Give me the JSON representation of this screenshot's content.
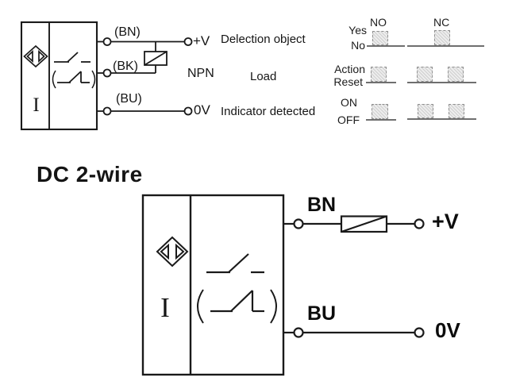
{
  "colors": {
    "line": "#1a1a1a",
    "pulse_fill": "#ededed",
    "pulse_border": "#8f8f8f",
    "baseline": "#6f6f6f"
  },
  "dc3": {
    "label_bn": "(BN)",
    "label_bk": "(BK)",
    "label_bu": "(BU)",
    "terminal_plus": "+V",
    "terminal_zero": "0V",
    "output_type": "NPN",
    "load_label": "Load",
    "detection_label": "Delection object",
    "indicator_label": "Indicator detected",
    "core_label": "I"
  },
  "timing": {
    "columns": [
      "NO",
      "NC"
    ],
    "rows": [
      {
        "id": "detection-object",
        "high_label": "Yes",
        "low_label": "No",
        "no_pulses": 1,
        "nc_pulses": 1
      },
      {
        "id": "load",
        "high_label": "Action",
        "low_label": "Reset",
        "no_pulses": 1,
        "nc_pulses": 2
      },
      {
        "id": "indicator",
        "high_label": "ON",
        "low_label": "OFF",
        "no_pulses": 1,
        "nc_pulses": 2
      }
    ]
  },
  "dc2": {
    "title": "DC 2-wire",
    "label_bn": "BN",
    "label_bu": "BU",
    "terminal_plus": "+V",
    "terminal_zero": "0V",
    "core_label": "I"
  }
}
